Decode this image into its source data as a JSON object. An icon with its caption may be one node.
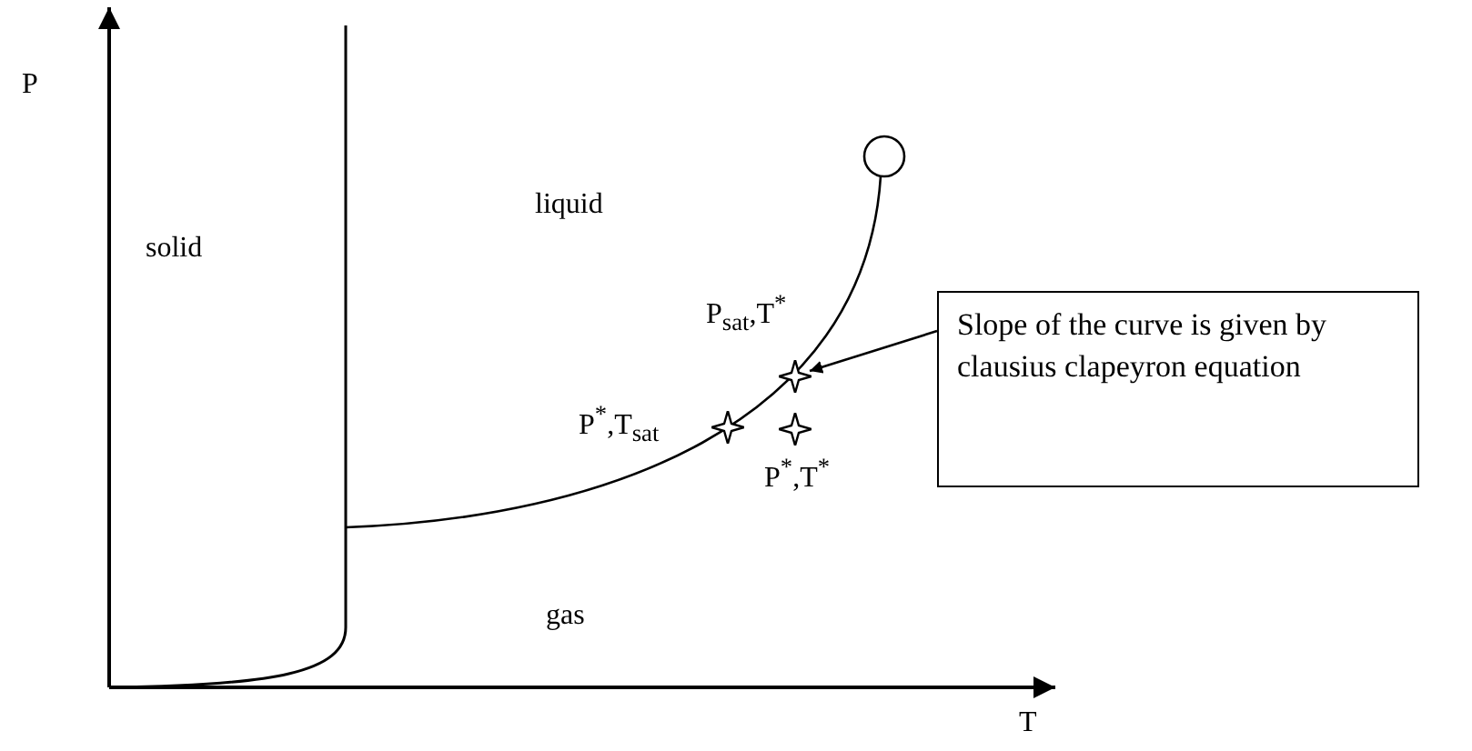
{
  "diagram": {
    "nodes": [
      {
        "text": [
          "Slope of the curve is given by clausius clapeyron equation"
        ]
      },
      {
        "text": [],
        "shape": "star"
      }
    ],
    "edges": [
      {
        "from": 0,
        "to": 1,
        "arrow": "to"
      }
    ],
    "labels": [
      "P",
      "solid",
      "liquid",
      "P$_{sat}$,T$^{*}$",
      "P$^{*}$,T$_{sat}$",
      "P$^{*}$,T$^{*}$",
      "gas",
      "T"
    ]
  }
}
